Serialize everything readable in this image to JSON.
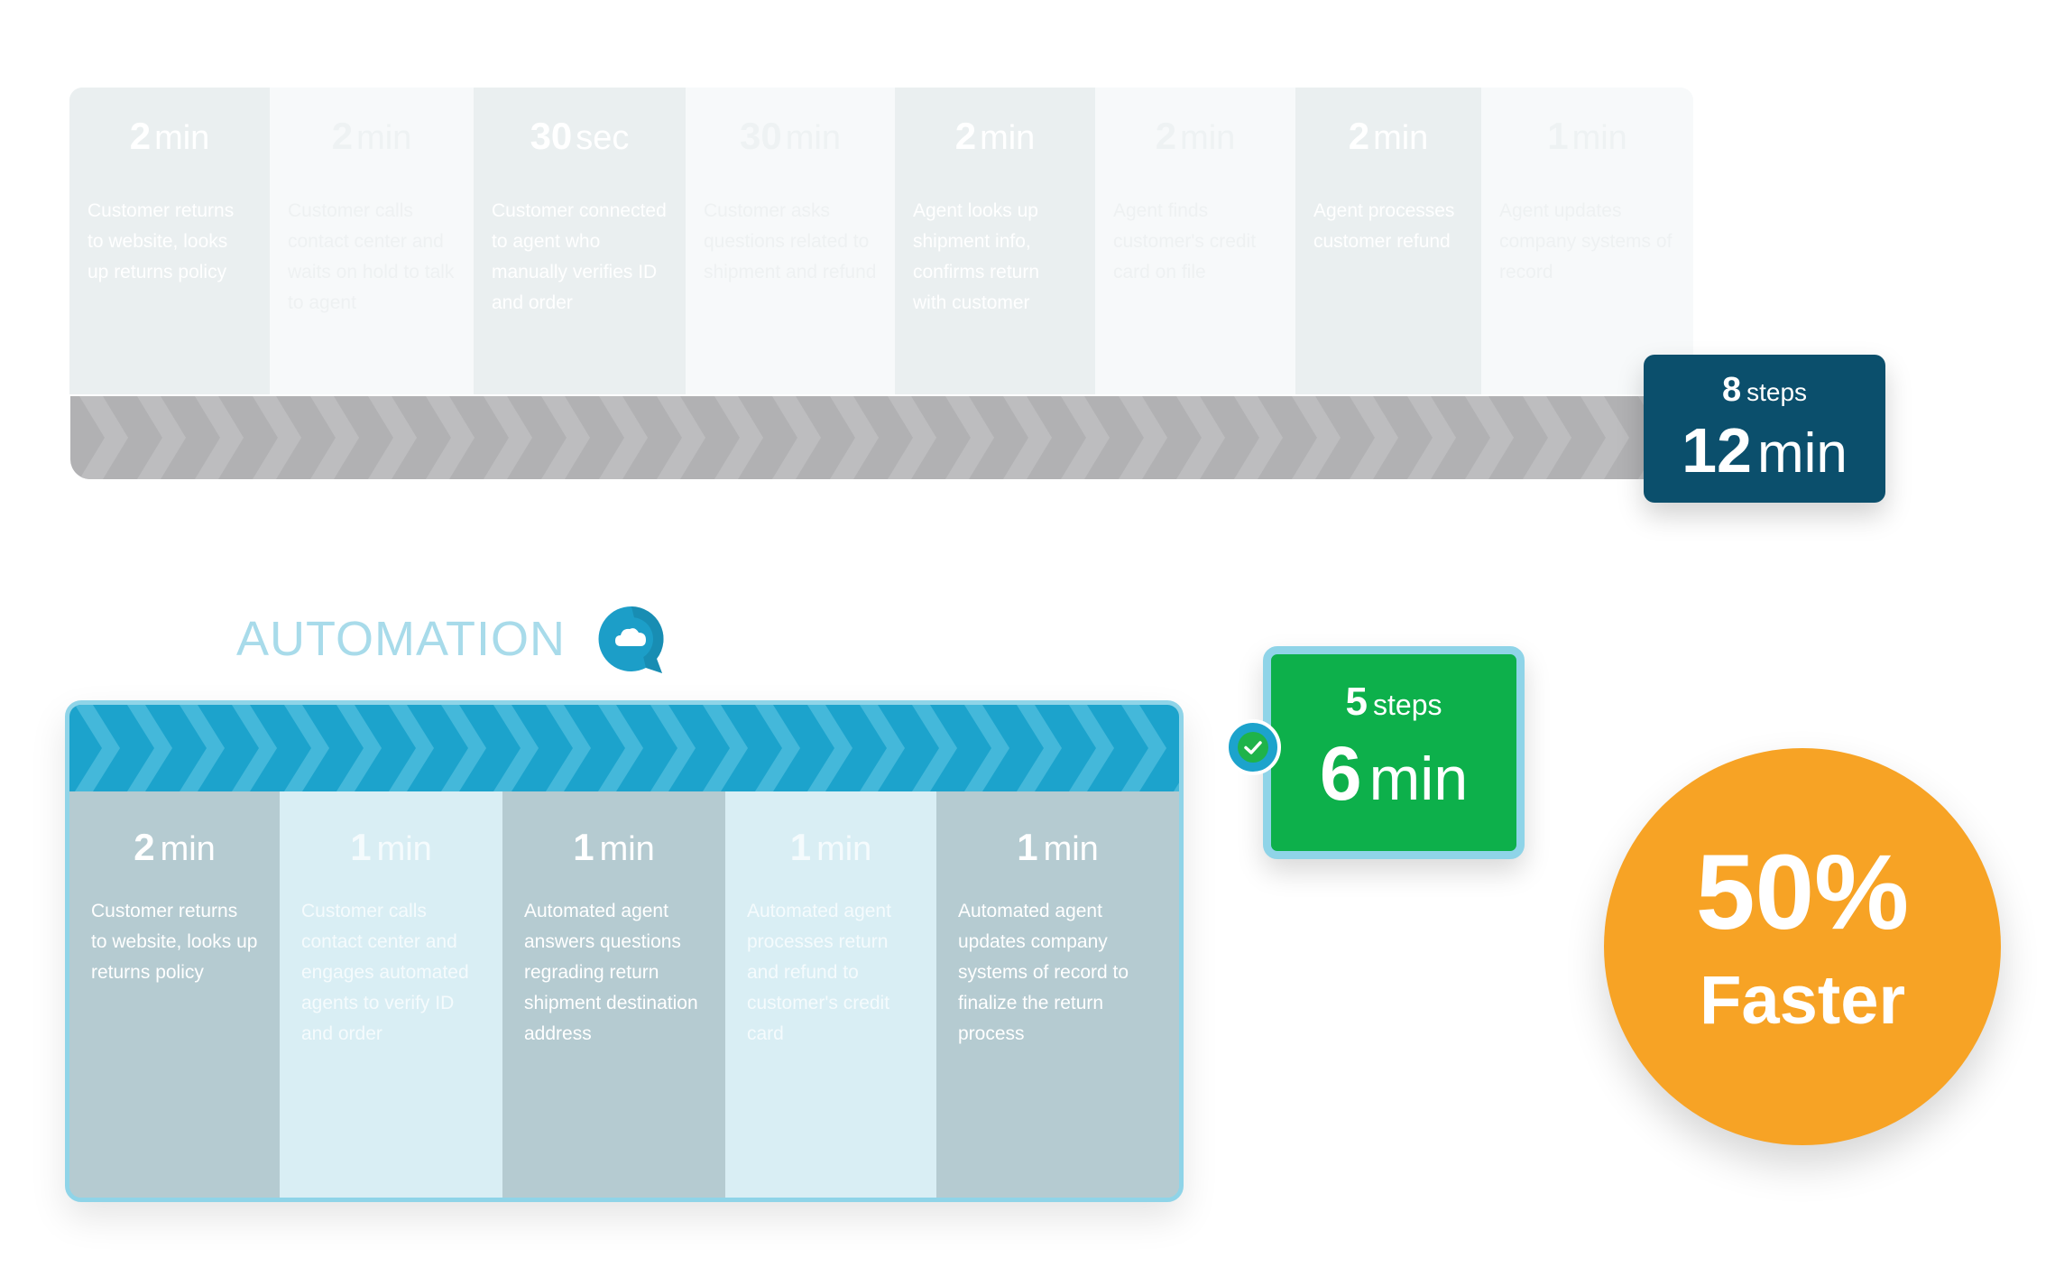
{
  "colors": {
    "manual_badge": "#0b4f6c",
    "manual_bar": "#b1b1b3",
    "automation_bar": "#1ca3cc",
    "automation_badge": "#0db04b",
    "automation_border": "#8fd4e8",
    "result_circle": "#f7a325",
    "automation_title": "#a8dbea"
  },
  "manual": {
    "steps": [
      {
        "time_num": "2",
        "time_unit": "min",
        "desc": "Customer returns to website, looks up returns policy"
      },
      {
        "time_num": "2",
        "time_unit": "min",
        "desc": "Customer calls contact center and waits on hold to talk to agent"
      },
      {
        "time_num": "30",
        "time_unit": "sec",
        "desc": "Customer connected to agent who manually verifies ID and order"
      },
      {
        "time_num": "30",
        "time_unit": "min",
        "desc": "Customer asks questions related to shipment and refund"
      },
      {
        "time_num": "2",
        "time_unit": "min",
        "desc": "Agent looks up shipment info, confirms return with customer"
      },
      {
        "time_num": "2",
        "time_unit": "min",
        "desc": "Agent finds customer's credit card on file"
      },
      {
        "time_num": "2",
        "time_unit": "min",
        "desc": "Agent processes customer refund"
      },
      {
        "time_num": "1",
        "time_unit": "min",
        "desc": "Agent updates company systems of record"
      }
    ],
    "badge": {
      "steps_num": "8",
      "steps_label": "steps",
      "time_num": "12",
      "time_unit": "min"
    }
  },
  "automation": {
    "title": "AUTOMATION",
    "logo_icon": "chat-cloud-icon",
    "steps": [
      {
        "time_num": "2",
        "time_unit": "min",
        "desc": "Customer returns to website, looks up returns policy"
      },
      {
        "time_num": "1",
        "time_unit": "min",
        "desc": "Customer calls contact center and engages automated agents to verify ID and order"
      },
      {
        "time_num": "1",
        "time_unit": "min",
        "desc": "Automated agent answers questions regrading return shipment destination address"
      },
      {
        "time_num": "1",
        "time_unit": "min",
        "desc": "Automated agent processes return and refund to customer's credit card"
      },
      {
        "time_num": "1",
        "time_unit": "min",
        "desc": "Automated agent updates company systems of record to finalize the return process"
      }
    ],
    "badge": {
      "steps_num": "5",
      "steps_label": "steps",
      "time_num": "6",
      "time_unit": "min"
    }
  },
  "result": {
    "percent": "50%",
    "label": "Faster"
  }
}
